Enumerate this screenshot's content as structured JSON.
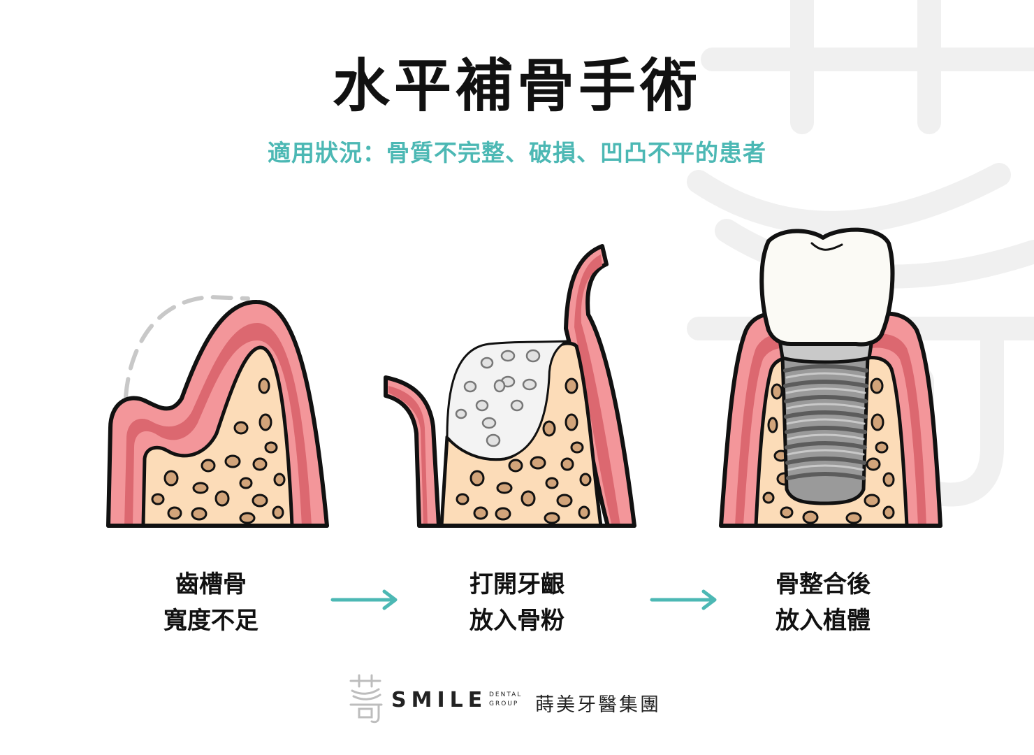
{
  "title": "水平補骨手術",
  "subtitle": "適用狀況：骨質不完整、破損、凹凸不平的患者",
  "steps": [
    {
      "line1": "齒槽骨",
      "line2": "寬度不足"
    },
    {
      "line1": "打開牙齦",
      "line2": "放入骨粉"
    },
    {
      "line1": "骨整合後",
      "line2": "放入植體"
    }
  ],
  "footer": {
    "brand": "SMILE",
    "brand_sub_1": "DENTAL",
    "brand_sub_2": "GROUP",
    "brand_cn": "蒔美牙醫集團"
  },
  "colors": {
    "accent": "#4cb8b4",
    "gum_light": "#f3969a",
    "gum_dark": "#dc6870",
    "bone": "#fcdcb8",
    "bone_spot": "#d2a47a",
    "graft": "#f3f3f3",
    "crown": "#fbfaf5",
    "implant": "#9a9a9a",
    "outline": "#111111"
  }
}
